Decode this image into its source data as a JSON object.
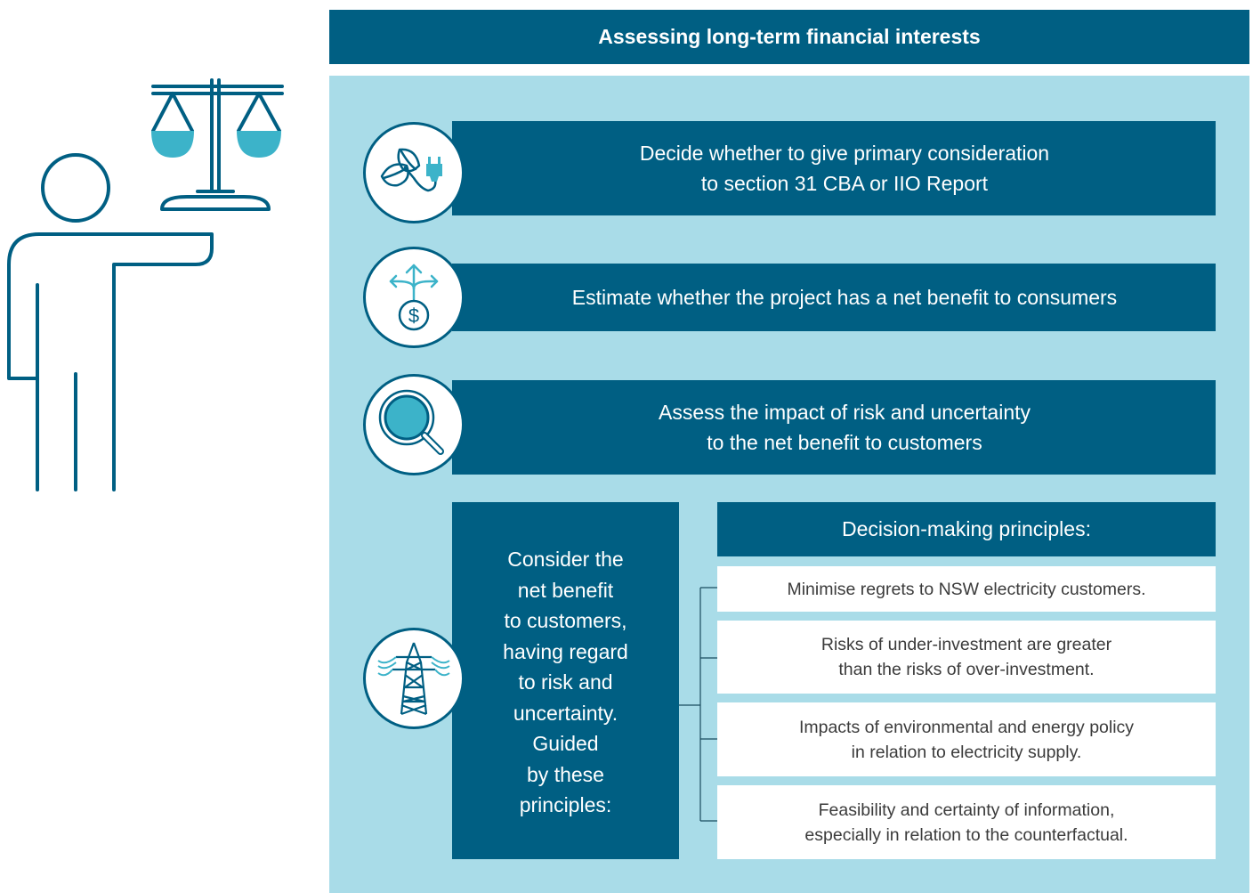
{
  "header": {
    "title": "Assessing long-term financial interests"
  },
  "steps": [
    {
      "icon": "leaf-plug-icon",
      "lines": [
        "Decide whether to give primary consideration",
        "to section 31 CBA or IIO Report"
      ]
    },
    {
      "icon": "dollar-arrows-icon",
      "lines": [
        "Estimate whether the project has a net benefit to consumers"
      ]
    },
    {
      "icon": "magnifier-icon",
      "lines": [
        "Assess the impact of risk and uncertainty",
        "to the net benefit to customers"
      ]
    }
  ],
  "consider": {
    "icon": "transmission-tower-icon",
    "lines": [
      "Consider the",
      "net benefit",
      "to customers,",
      "having regard",
      "to risk and",
      "uncertainty.",
      "Guided",
      "by these",
      "principles:"
    ]
  },
  "principles": {
    "title": "Decision-making principles:",
    "items": [
      {
        "lines": [
          "Minimise regrets to NSW electricity customers."
        ]
      },
      {
        "lines": [
          "Risks of under-investment are greater",
          "than the risks of over-investment."
        ]
      },
      {
        "lines": [
          "Impacts of environmental and energy policy",
          "in relation to electricity supply."
        ]
      },
      {
        "lines": [
          "Feasibility and certainty of information,",
          "especially in relation to the counterfactual."
        ]
      }
    ]
  },
  "colors": {
    "dark": "#005f83",
    "light": "#a9dce8",
    "accent": "#3cb3c9"
  }
}
